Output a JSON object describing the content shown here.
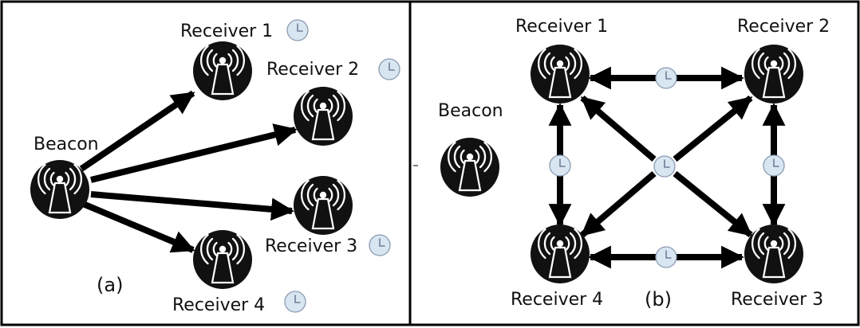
{
  "panel_a": {
    "tag": "(a)",
    "beacon": {
      "label": "Beacon"
    },
    "receivers": [
      {
        "label": "Receiver 1"
      },
      {
        "label": "Receiver 2"
      },
      {
        "label": "Receiver 3"
      },
      {
        "label": "Receiver 4"
      }
    ]
  },
  "panel_b": {
    "tag": "(b)",
    "beacon": {
      "label": "Beacon"
    },
    "receivers": [
      {
        "label": "Receiver 1"
      },
      {
        "label": "Receiver 2"
      },
      {
        "label": "Receiver 3"
      },
      {
        "label": "Receiver 4"
      }
    ]
  },
  "icons": {
    "node": "radio-tower-icon",
    "clock": "clock-icon"
  },
  "colors": {
    "node_fill": "#111111",
    "clock_fill": "#d8e6f2",
    "arrow": "#000000",
    "border": "#000000"
  }
}
